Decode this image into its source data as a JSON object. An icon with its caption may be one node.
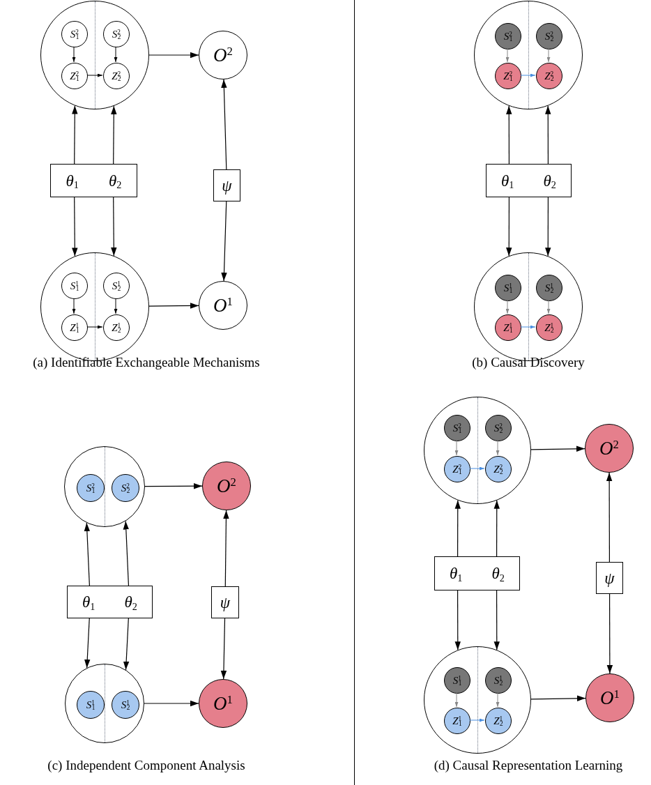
{
  "diagram": {
    "nodes": [
      {
        "text": [],
        "shape": "circle"
      },
      {
        "text": [
          "*S*$^{2}$$_{1}$"
        ],
        "in": 0
      },
      {
        "text": [
          "*S*$^{2}$$_{2}$"
        ],
        "in": 0
      },
      {
        "text": [
          "*Z*$^{2}$$_{1}$"
        ],
        "in": 0
      },
      {
        "text": [
          "*Z*$^{2}$$_{2}$"
        ],
        "in": 0
      },
      {
        "text": [
          "*O*$^{2}$"
        ]
      },
      {
        "text": [
          "*θ*$_{1}$",
          "*θ*$_{2}$"
        ]
      },
      {
        "text": [
          "*ψ*"
        ]
      },
      {
        "text": [],
        "shape": "circle"
      },
      {
        "text": [
          "*S*$^{1}$$_{1}$"
        ],
        "in": 8
      },
      {
        "text": [
          "*S*$^{1}$$_{2}$"
        ],
        "in": 8
      },
      {
        "text": [
          "*Z*$^{1}$$_{1}$"
        ],
        "in": 8
      },
      {
        "text": [
          "*Z*$^{1}$$_{2}$"
        ],
        "in": 8
      },
      {
        "text": [
          "*O*$^{1}$"
        ]
      },
      {
        "text": [],
        "shape": "circle"
      },
      {
        "text": [
          "*S*$^{2}$$_{1}$"
        ],
        "in": 14
      },
      {
        "text": [
          "*S*$^{2}$$_{2}$"
        ],
        "in": 14
      },
      {
        "text": [
          "*Z*$^{2}$$_{1}$"
        ],
        "in": 14
      },
      {
        "text": [
          "*Z*$^{2}$$_{2}$"
        ],
        "in": 14
      },
      {
        "text": [
          "*θ*$_{1}$",
          "*θ*$_{2}$"
        ]
      },
      {
        "text": [],
        "shape": "circle"
      },
      {
        "text": [
          "*S*$^{1}$$_{1}$"
        ],
        "in": 20
      },
      {
        "text": [
          "*S*$^{1}$$_{2}$"
        ],
        "in": 20
      },
      {
        "text": [
          "*Z*$^{1}$$_{1}$"
        ],
        "in": 20
      },
      {
        "text": [
          "*Z*$^{1}$$_{2}$"
        ],
        "in": 20
      },
      {
        "text": [],
        "shape": "circle"
      },
      {
        "text": [
          "*S*$^{2}$$_{1}$"
        ],
        "in": 25
      },
      {
        "text": [
          "*S*$^{2}$$_{2}$"
        ],
        "in": 25
      },
      {
        "text": [
          "*O*$^{2}$"
        ]
      },
      {
        "text": [
          "*θ*$_{1}$",
          "*θ*$_{2}$"
        ]
      },
      {
        "text": [
          "*ψ*"
        ]
      },
      {
        "text": [],
        "shape": "circle"
      },
      {
        "text": [
          "*S*$^{1}$$_{1}$"
        ],
        "in": 31
      },
      {
        "text": [
          "*S*$^{1}$$_{2}$"
        ],
        "in": 31
      },
      {
        "text": [
          "*O*$^{1}$"
        ]
      },
      {
        "text": [],
        "shape": "circle"
      },
      {
        "text": [
          "*S*$^{2}$$_{1}$"
        ],
        "in": 35
      },
      {
        "text": [
          "*S*$^{2}$$_{2}$"
        ],
        "in": 35
      },
      {
        "text": [
          "*Z*$^{2}$$_{1}$"
        ],
        "in": 35
      },
      {
        "text": [
          "*Z*$^{2}$$_{2}$"
        ],
        "in": 35
      },
      {
        "text": [
          "*O*$^{2}$"
        ]
      },
      {
        "text": [
          "*θ*$_{1}$",
          "*θ*$_{2}$"
        ]
      },
      {
        "text": [
          "*ψ*"
        ]
      },
      {
        "text": [],
        "shape": "circle"
      },
      {
        "text": [
          "*S*$^{1}$$_{1}$"
        ],
        "in": 43
      },
      {
        "text": [
          "*S*$^{1}$$_{2}$"
        ],
        "in": 43
      },
      {
        "text": [
          "*Z*$^{1}$$_{1}$"
        ],
        "in": 43
      },
      {
        "text": [
          "*Z*$^{1}$$_{2}$"
        ],
        "in": 43
      },
      {
        "text": [
          "*O*$^{1}$"
        ]
      }
    ],
    "edges": [
      {
        "from": 1,
        "to": 3,
        "arrow": "to"
      },
      {
        "from": 2,
        "to": 4,
        "arrow": "to"
      },
      {
        "from": 3,
        "to": 4,
        "arrow": "to"
      },
      {
        "from": 0,
        "to": 5,
        "arrow": "to"
      },
      {
        "from": 6,
        "to": 0,
        "arrow": "to"
      },
      {
        "from": 6,
        "to": 0,
        "arrow": "to"
      },
      {
        "from": 6,
        "to": 8,
        "arrow": "to"
      },
      {
        "from": 6,
        "to": 8,
        "arrow": "to"
      },
      {
        "from": 7,
        "to": 5,
        "arrow": "to"
      },
      {
        "from": 7,
        "to": 13,
        "arrow": "to"
      },
      {
        "from": 9,
        "to": 11,
        "arrow": "to"
      },
      {
        "from": 10,
        "to": 12,
        "arrow": "to"
      },
      {
        "from": 11,
        "to": 12,
        "arrow": "to"
      },
      {
        "from": 8,
        "to": 13,
        "arrow": "to"
      },
      {
        "from": 15,
        "to": 17,
        "arrow": "to",
        "color": "#888888"
      },
      {
        "from": 16,
        "to": 18,
        "arrow": "to",
        "color": "#888888"
      },
      {
        "from": 17,
        "to": 18,
        "arrow": "to",
        "color": "#4a8fe0"
      },
      {
        "from": 19,
        "to": 14,
        "arrow": "to"
      },
      {
        "from": 19,
        "to": 14,
        "arrow": "to"
      },
      {
        "from": 19,
        "to": 20,
        "arrow": "to"
      },
      {
        "from": 19,
        "to": 20,
        "arrow": "to"
      },
      {
        "from": 21,
        "to": 23,
        "arrow": "to",
        "color": "#888888"
      },
      {
        "from": 22,
        "to": 24,
        "arrow": "to",
        "color": "#888888"
      },
      {
        "from": 23,
        "to": 24,
        "arrow": "to",
        "color": "#4a8fe0"
      },
      {
        "from": 25,
        "to": 28,
        "arrow": "to"
      },
      {
        "from": 29,
        "to": 25,
        "arrow": "to"
      },
      {
        "from": 29,
        "to": 25,
        "arrow": "to"
      },
      {
        "from": 29,
        "to": 31,
        "arrow": "to"
      },
      {
        "from": 29,
        "to": 31,
        "arrow": "to"
      },
      {
        "from": 30,
        "to": 28,
        "arrow": "to"
      },
      {
        "from": 30,
        "to": 34,
        "arrow": "to"
      },
      {
        "from": 31,
        "to": 34,
        "arrow": "to"
      },
      {
        "from": 36,
        "to": 38,
        "arrow": "to",
        "color": "#888888"
      },
      {
        "from": 37,
        "to": 39,
        "arrow": "to",
        "color": "#888888"
      },
      {
        "from": 38,
        "to": 39,
        "arrow": "to",
        "color": "#4a8fe0"
      },
      {
        "from": 35,
        "to": 40,
        "arrow": "to"
      },
      {
        "from": 41,
        "to": 35,
        "arrow": "to"
      },
      {
        "from": 41,
        "to": 35,
        "arrow": "to"
      },
      {
        "from": 41,
        "to": 43,
        "arrow": "to"
      },
      {
        "from": 41,
        "to": 43,
        "arrow": "to"
      },
      {
        "from": 42,
        "to": 40,
        "arrow": "to"
      },
      {
        "from": 42,
        "to": 48,
        "arrow": "to"
      },
      {
        "from": 44,
        "to": 46,
        "arrow": "to",
        "color": "#888888"
      },
      {
        "from": 45,
        "to": 47,
        "arrow": "to",
        "color": "#888888"
      },
      {
        "from": 46,
        "to": 47,
        "arrow": "to",
        "color": "#4a8fe0"
      },
      {
        "from": 43,
        "to": 48,
        "arrow": "to"
      }
    ],
    "labels": [
      "(a) Identifiable Exchangeable Mechanisms",
      "(b) Causal Discovery",
      "(c) Independent Component Analysis",
      "(d) Causal Representation Learning"
    ]
  }
}
